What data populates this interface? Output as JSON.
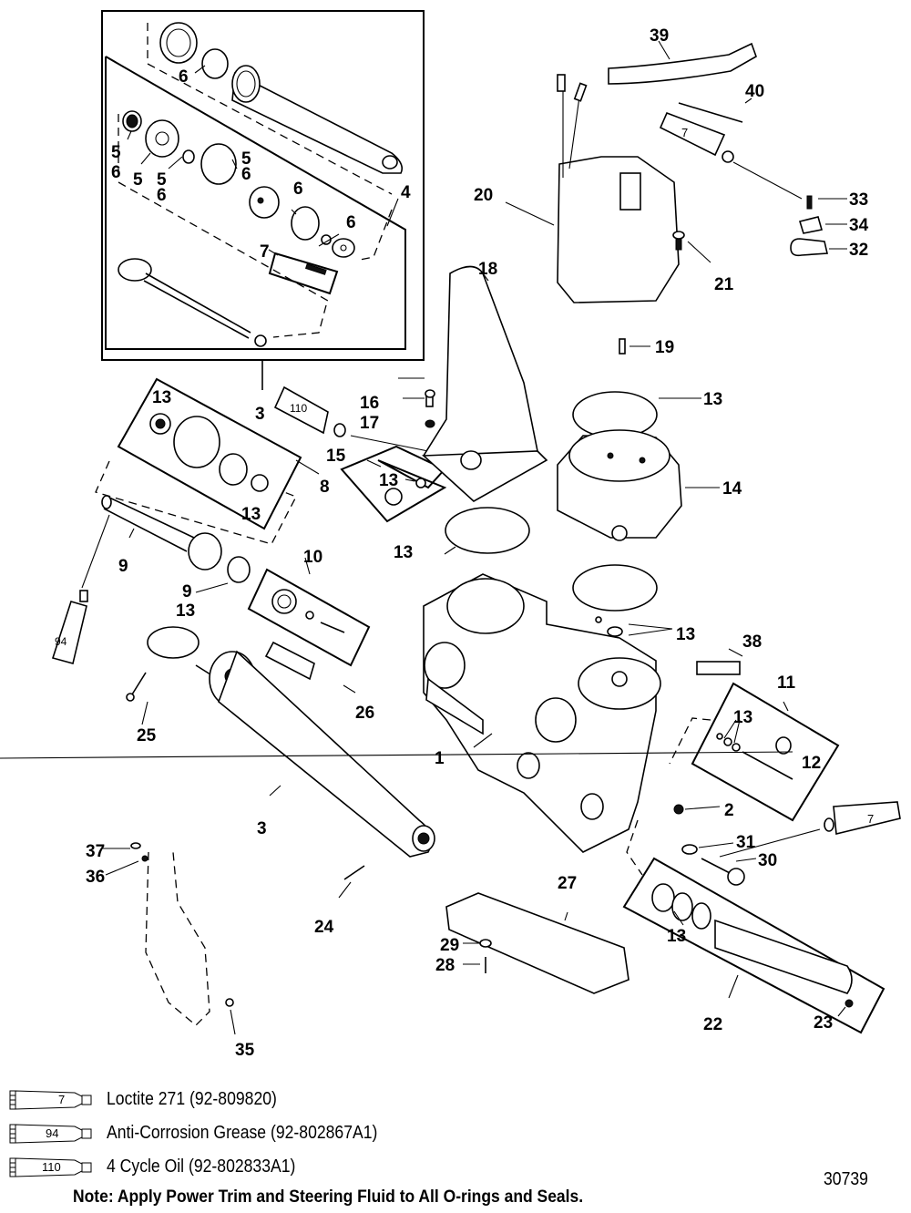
{
  "diagram": {
    "title": "Power Trim Pump Exploded View",
    "figure_number": "30739",
    "callouts": [
      {
        "id": "c1",
        "label": "1"
      },
      {
        "id": "c2",
        "label": "2"
      },
      {
        "id": "c3a",
        "label": "3"
      },
      {
        "id": "c3b",
        "label": "3"
      },
      {
        "id": "c4",
        "label": "4"
      },
      {
        "id": "c5a",
        "label": "5"
      },
      {
        "id": "c6a",
        "label": "6"
      },
      {
        "id": "c5b",
        "label": "5"
      },
      {
        "id": "c5c",
        "label": "5"
      },
      {
        "id": "c6b",
        "label": "6"
      },
      {
        "id": "c5d",
        "label": "5"
      },
      {
        "id": "c6c",
        "label": "6"
      },
      {
        "id": "c6d",
        "label": "6"
      },
      {
        "id": "c6e",
        "label": "6"
      },
      {
        "id": "c6f",
        "label": "6"
      },
      {
        "id": "c7a",
        "label": "7"
      },
      {
        "id": "c8",
        "label": "8"
      },
      {
        "id": "c9a",
        "label": "9"
      },
      {
        "id": "c9b",
        "label": "9"
      },
      {
        "id": "c10",
        "label": "10"
      },
      {
        "id": "c11",
        "label": "11"
      },
      {
        "id": "c12",
        "label": "12"
      },
      {
        "id": "c13a",
        "label": "13"
      },
      {
        "id": "c13b",
        "label": "13"
      },
      {
        "id": "c13c",
        "label": "13"
      },
      {
        "id": "c13d",
        "label": "13"
      },
      {
        "id": "c13e",
        "label": "13"
      },
      {
        "id": "c13f",
        "label": "13"
      },
      {
        "id": "c13g",
        "label": "13"
      },
      {
        "id": "c13h",
        "label": "13"
      },
      {
        "id": "c13i",
        "label": "13"
      },
      {
        "id": "c14",
        "label": "14"
      },
      {
        "id": "c15",
        "label": "15"
      },
      {
        "id": "c16",
        "label": "16"
      },
      {
        "id": "c17",
        "label": "17"
      },
      {
        "id": "c18",
        "label": "18"
      },
      {
        "id": "c19",
        "label": "19"
      },
      {
        "id": "c20",
        "label": "20"
      },
      {
        "id": "c21",
        "label": "21"
      },
      {
        "id": "c22",
        "label": "22"
      },
      {
        "id": "c23",
        "label": "23"
      },
      {
        "id": "c24",
        "label": "24"
      },
      {
        "id": "c25",
        "label": "25"
      },
      {
        "id": "c26",
        "label": "26"
      },
      {
        "id": "c27",
        "label": "27"
      },
      {
        "id": "c28",
        "label": "28"
      },
      {
        "id": "c29",
        "label": "29"
      },
      {
        "id": "c30",
        "label": "30"
      },
      {
        "id": "c31",
        "label": "31"
      },
      {
        "id": "c32",
        "label": "32"
      },
      {
        "id": "c33",
        "label": "33"
      },
      {
        "id": "c34",
        "label": "34"
      },
      {
        "id": "c35",
        "label": "35"
      },
      {
        "id": "c36",
        "label": "36"
      },
      {
        "id": "c37",
        "label": "37"
      },
      {
        "id": "c38",
        "label": "38"
      },
      {
        "id": "c39",
        "label": "39"
      },
      {
        "id": "c40",
        "label": "40"
      }
    ],
    "tube_marks": {
      "loctite_top": "7",
      "loctite_right": "7",
      "oil": "110",
      "grease": "94"
    }
  },
  "legend": [
    {
      "code": "7",
      "label": "Loctite 271 (92-809820)"
    },
    {
      "code": "94",
      "label": "Anti-Corrosion Grease (92-802867A1)"
    },
    {
      "code": "110",
      "label": "4 Cycle Oil (92-802833A1)"
    }
  ],
  "note": "Note: Apply Power Trim and Steering Fluid to All O-rings and Seals."
}
